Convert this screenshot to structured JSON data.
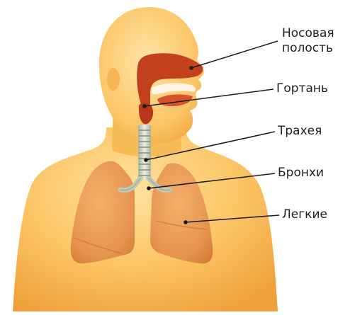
{
  "labels": {
    "nasal_cavity_line1": "Носовая",
    "nasal_cavity_line2": "полость",
    "larynx": "Гортань",
    "trachea": "Трахея",
    "bronchi": "Бронхи",
    "lungs": "Легкие"
  },
  "colors": {
    "skin_light": "#ffd88a",
    "skin_mid": "#f6b24a",
    "skin_dark": "#e8902a",
    "lung_fill": "#e6964f",
    "lung_edge": "#c8702c",
    "airway_red": "#c2411c",
    "airway_dark": "#8f2a10",
    "trachea_ring": "#cfd6c6",
    "leader_line": "#1a1a1a"
  }
}
